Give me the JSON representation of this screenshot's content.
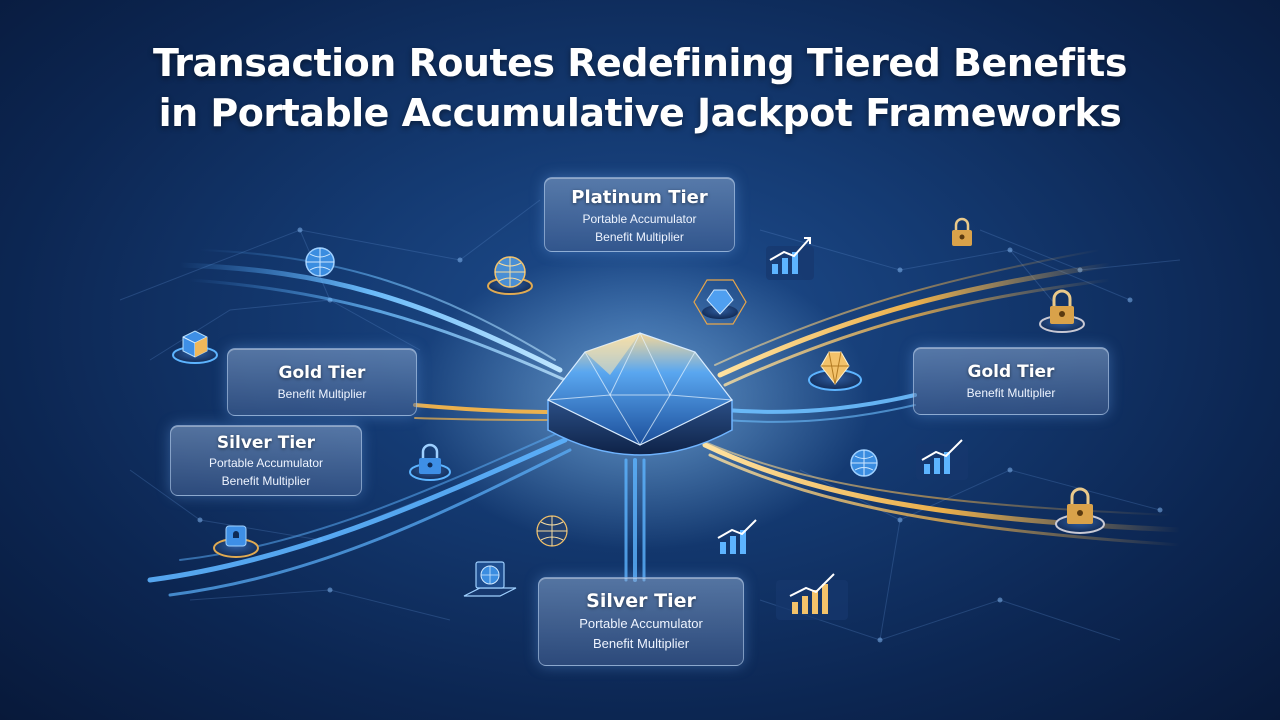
{
  "title": {
    "line1": "Transaction Routes Redefining Tiered Benefits",
    "line2": "in Portable Accumulative Jackpot Frameworks"
  },
  "cards": {
    "platinum": {
      "name": "Platinum Tier",
      "line1": "Portable Accumulator",
      "line2": "Benefit Multiplier"
    },
    "gold_left": {
      "name": "Gold Tier",
      "line1": "Benefit Multiplier"
    },
    "silver_left": {
      "name": "Silver Tier",
      "line1": "Portable Accumulator",
      "line2": "Benefit Multiplier"
    },
    "gold_right": {
      "name": "Gold Tier",
      "line1": "Benefit Multiplier"
    },
    "silver_bottom": {
      "name": "Silver Tier",
      "line1": "Portable Accumulator",
      "line2": "Benefit Multiplier"
    }
  },
  "icons": [
    "globe-icon",
    "globe-icon",
    "cube-icon",
    "diamond-icon",
    "lock-icon",
    "growth-chart-icon",
    "shield-icon",
    "globe-icon",
    "lock-icon",
    "growth-chart-icon",
    "crystal-icon",
    "globe-icon",
    "growth-chart-icon",
    "lock-icon",
    "lock-icon",
    "monitor-globe-icon",
    "growth-chart-icon",
    "globe-icon"
  ],
  "colors": {
    "background": "#0c2652",
    "blue_stream": "#4fa8ff",
    "gold_stream": "#f5b54a",
    "card_border": "#bed7f5"
  }
}
